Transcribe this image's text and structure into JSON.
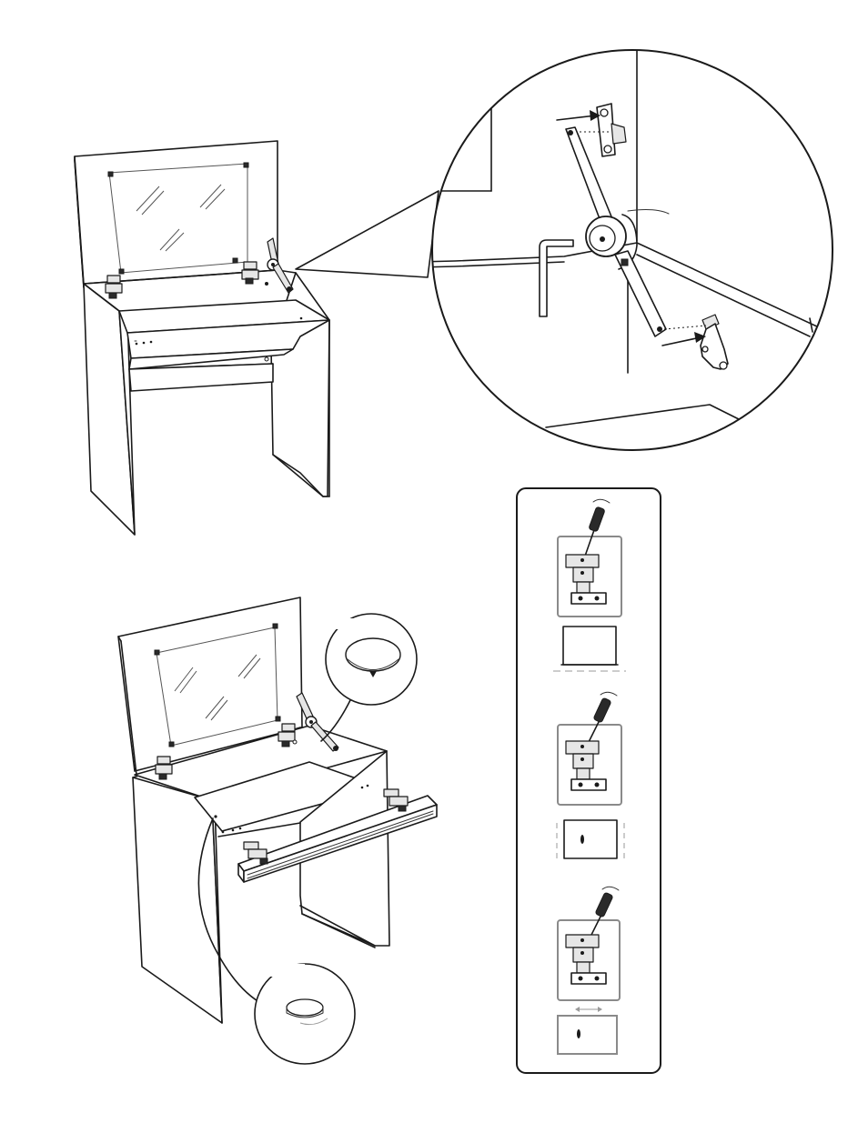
{
  "figure": {
    "kind": "assembly-instruction-diagram",
    "steps": [
      {
        "label": "vanity-with-lift-stay-installed"
      },
      {
        "label": "lift-stay-detail-callout"
      },
      {
        "label": "vanity-with-flap-and-hinges"
      },
      {
        "label": "hinge-adjustment-panel"
      }
    ],
    "hinge_adjustments": [
      {
        "label": "depth-adjustment"
      },
      {
        "label": "height-adjustment"
      },
      {
        "label": "side-adjustment"
      }
    ]
  },
  "colors": {
    "line": "#1a1a1a",
    "background": "#ffffff",
    "panel_border": "#8a8a8a"
  }
}
